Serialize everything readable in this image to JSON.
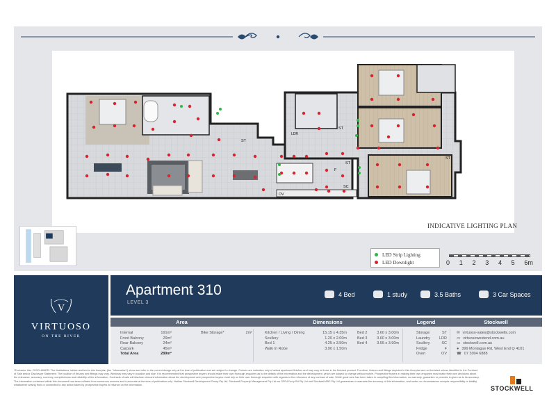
{
  "plan": {
    "caption": "INDICATIVE LIGHTING PLAN",
    "room_labels": [
      "ST",
      "ST",
      "ST",
      "F",
      "SC",
      "DV",
      "LDR",
      "ST"
    ]
  },
  "lighting_legend": {
    "items": [
      {
        "label": "LED Strip Lighting",
        "color": "#2fb84a"
      },
      {
        "label": "LED Downlight",
        "color": "#d9232e"
      }
    ]
  },
  "scale": {
    "marks": [
      "0",
      "1",
      "2",
      "3",
      "4",
      "5",
      "6m"
    ]
  },
  "brand": {
    "monogram": "V",
    "name": "VIRTUOSO",
    "tagline": "ON THE RIVER"
  },
  "apartment": {
    "title": "Apartment 310",
    "level": "LEVEL 3",
    "features": [
      {
        "icon": "bed-icon",
        "label": "4 Bed"
      },
      {
        "icon": "study-icon",
        "label": "1 study"
      },
      {
        "icon": "bath-icon",
        "label": "3.5 Baths"
      },
      {
        "icon": "car-icon",
        "label": "3 Car Spaces"
      }
    ]
  },
  "table": {
    "headers": {
      "area": "Area",
      "dimensions": "Dimensions",
      "legend": "Legend",
      "stockwell": "Stockwell"
    },
    "area": [
      {
        "label": "Internal",
        "value": "191m²"
      },
      {
        "label": "Front Balcony",
        "value": "29m²"
      },
      {
        "label": "Rear Balcony",
        "value": "24m²"
      },
      {
        "label": "Carpark",
        "value": "45m²"
      },
      {
        "label": "Total Area",
        "value": "289m²"
      }
    ],
    "bike_storage": {
      "label": "Bike Storage*",
      "value": "2m²"
    },
    "dimensions_left": [
      {
        "label": "Kitchen / Living / Dining",
        "value": "15.15 x 4.35m"
      },
      {
        "label": "Scullery",
        "value": "1.20 x 2.00m"
      },
      {
        "label": "Bed 1",
        "value": "4.25 x 3.50m"
      },
      {
        "label": "Walk In Robe",
        "value": "3.90 x 1.50m"
      }
    ],
    "dimensions_right": [
      {
        "label": "Bed 2",
        "value": "3.60 x 3.00m"
      },
      {
        "label": "Bed 3",
        "value": "3.60 x 3.00m"
      },
      {
        "label": "Bed 4",
        "value": "3.55 x 3.90m"
      }
    ],
    "legend": [
      {
        "label": "Storage",
        "code": "ST"
      },
      {
        "label": "Laundry",
        "code": "LDR"
      },
      {
        "label": "Scullery",
        "code": "SC"
      },
      {
        "label": "Fridge",
        "code": "F"
      },
      {
        "label": "Oven",
        "code": "OV"
      }
    ],
    "contacts": [
      {
        "icon": "email-icon",
        "text": "virtuoso-sales@stockwells.com"
      },
      {
        "icon": "monitor-icon",
        "text": "virtuosowestend.com.au"
      },
      {
        "icon": "monitor-icon",
        "text": "stockwell.com.au"
      },
      {
        "icon": "location-icon",
        "text": "399 Montague Rd, West End Q 4101"
      },
      {
        "icon": "phone-icon",
        "text": "07 3004 6888"
      }
    ]
  },
  "disclaimer": "*Exclusive Use. DISCLAIMER: The illustrations, tables and text in this floorplan (the \"Information\") show and refer to the current design only at the time of publication and are subject to change. Colours are indicative only of actual apartment finishes and may vary to those in the finished product. Furniture, fixtures and fittings depicted in this floorplan are not included unless identified in the Contract of Sale and/or Disclosure Statement. The location of fixtures and fittings may vary. Windows may vary in location and size. It is recommended that prospective buyers should make their own thorough enquiries as to the details of the information and the development, which are subject to change without notice. Prospective buyers in making their own enquiries must make their own decisions about the relevance, accuracy, currency, completeness and reliability of the information. Contracts of sale will disclose relevant information about the development and prospective buyers must rely on their own thorough enquiries with regards to the relevance of any contract of sale. While great care has been taken in compiling this information, no warranty, guarantee or promise is given as to its accuracy. The information contained within this document has been collated from numerous sources and is accurate at the time of publication only. Neither Stockwell Development Group Pty Ltd, Stockwell Property Management Pty Ltd nor SPF4 Ferry Rd Pty Ltd and Stockwell ABC Pty Ltd guarantees or warrants the accuracy of this information, and under no circumstances accepts responsibility or liability whatsoever arising from or connected to any action taken by prospective buyers in reliance on the information.",
  "developer_logo": "STOCKWELL"
}
